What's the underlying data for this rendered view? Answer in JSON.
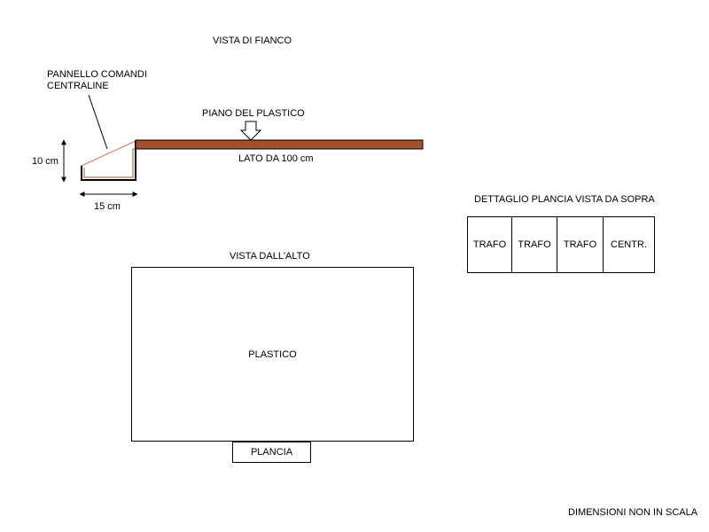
{
  "labels": {
    "side_view_title": "VISTA DI FIANCO",
    "control_panel": "PANNELLO COMANDI\nCENTRALINE",
    "layout_plane": "PIANO DEL PLASTICO",
    "side_length": "LATO DA 100 cm",
    "height_dim": "10 cm",
    "width_dim": "15 cm",
    "top_view_title": "VISTA DALL'ALTO",
    "layout_box": "PLASTICO",
    "console_box": "PLANCIA",
    "detail_title": "DETTAGLIO PLANCIA VISTA DA SOPRA",
    "not_to_scale": "DIMENSIONI NON IN SCALA"
  },
  "detail_cells": [
    {
      "label": "TRAFO"
    },
    {
      "label": "TRAFO"
    },
    {
      "label": "TRAFO"
    },
    {
      "label": "CENTR."
    }
  ],
  "colors": {
    "board_fill": "#a0522d",
    "board_stroke": "#000000",
    "panel_line": "#c08060"
  }
}
